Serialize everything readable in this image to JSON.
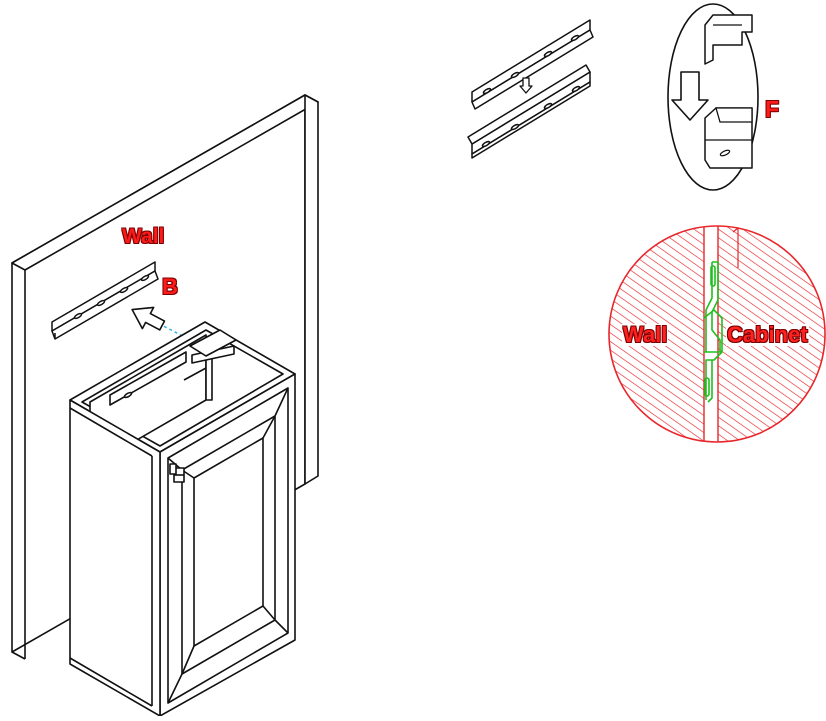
{
  "labels": {
    "wall_main": "Wall",
    "bracket_b": "B",
    "detail_f": "F",
    "section_wall": "Wall",
    "section_cabinet": "Cabinet"
  },
  "colors": {
    "label_red": "#ff1a1a",
    "hatch_red": "#e8262b",
    "bracket_green": "#1fc01f",
    "guide_cyan": "#38b6e6",
    "line_black": "#111111"
  },
  "icons": {
    "direction_arrow": "down-arrow-icon",
    "install_arrow": "up-left-arrow-icon"
  }
}
